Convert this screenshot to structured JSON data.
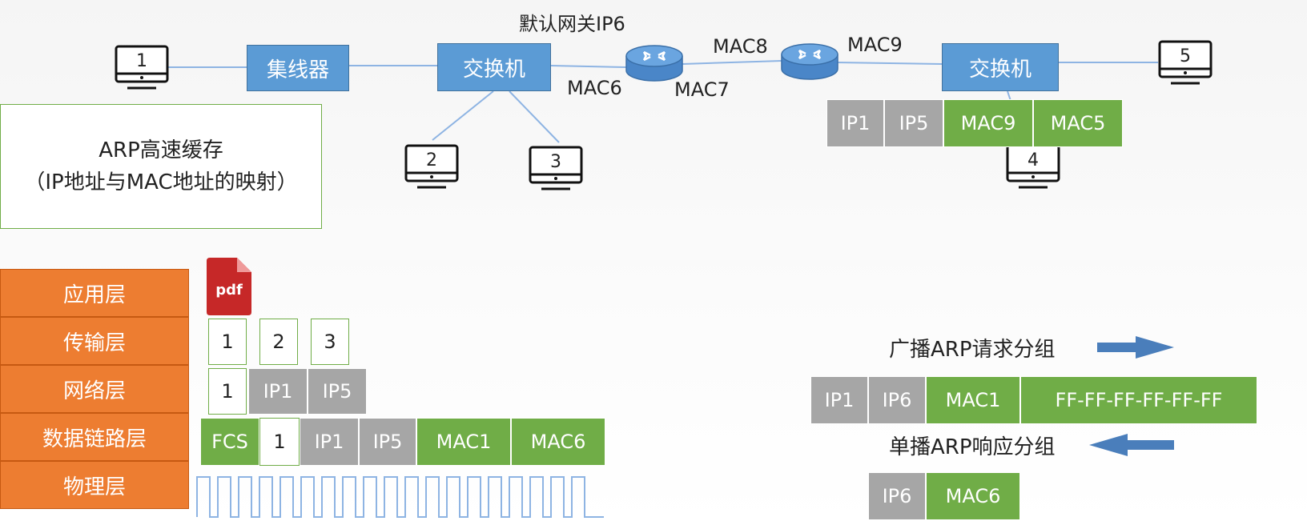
{
  "network": {
    "gateway_label": "默认网关IP6",
    "hub_label": "集线器",
    "switch_left_label": "交换机",
    "switch_right_label": "交换机",
    "mac6": "MAC6",
    "mac7": "MAC7",
    "mac8": "MAC8",
    "mac9": "MAC9",
    "hosts": [
      "1",
      "2",
      "3",
      "4",
      "5"
    ]
  },
  "arp_cache": {
    "line1": "ARP高速缓存",
    "line2": "（IP地址与MAC地址的映射）"
  },
  "cache_table": [
    "IP1",
    "IP5",
    "MAC9",
    "MAC5"
  ],
  "layers": [
    "应用层",
    "传输层",
    "网络层",
    "数据链路层",
    "物理层"
  ],
  "app_icon_text": "pdf",
  "transport_segments": [
    "1",
    "2",
    "3"
  ],
  "network_packet": [
    "1",
    "IP1",
    "IP5"
  ],
  "frame": [
    "FCS",
    "1",
    "IP1",
    "IP5",
    "MAC1",
    "MAC6"
  ],
  "arp_request": {
    "title": "广播ARP请求分组",
    "fields": [
      "IP1",
      "IP6",
      "MAC1",
      "FF-FF-FF-FF-FF-FF"
    ]
  },
  "arp_reply": {
    "title": "单播ARP响应分组",
    "fields": [
      "IP6",
      "MAC6"
    ]
  },
  "colors": {
    "device_blue": "#5b9bd5",
    "layer_orange": "#ed7d31",
    "field_gray": "#a6a6a6",
    "field_green": "#70ad47",
    "arrow_blue": "#4a7ebb"
  }
}
